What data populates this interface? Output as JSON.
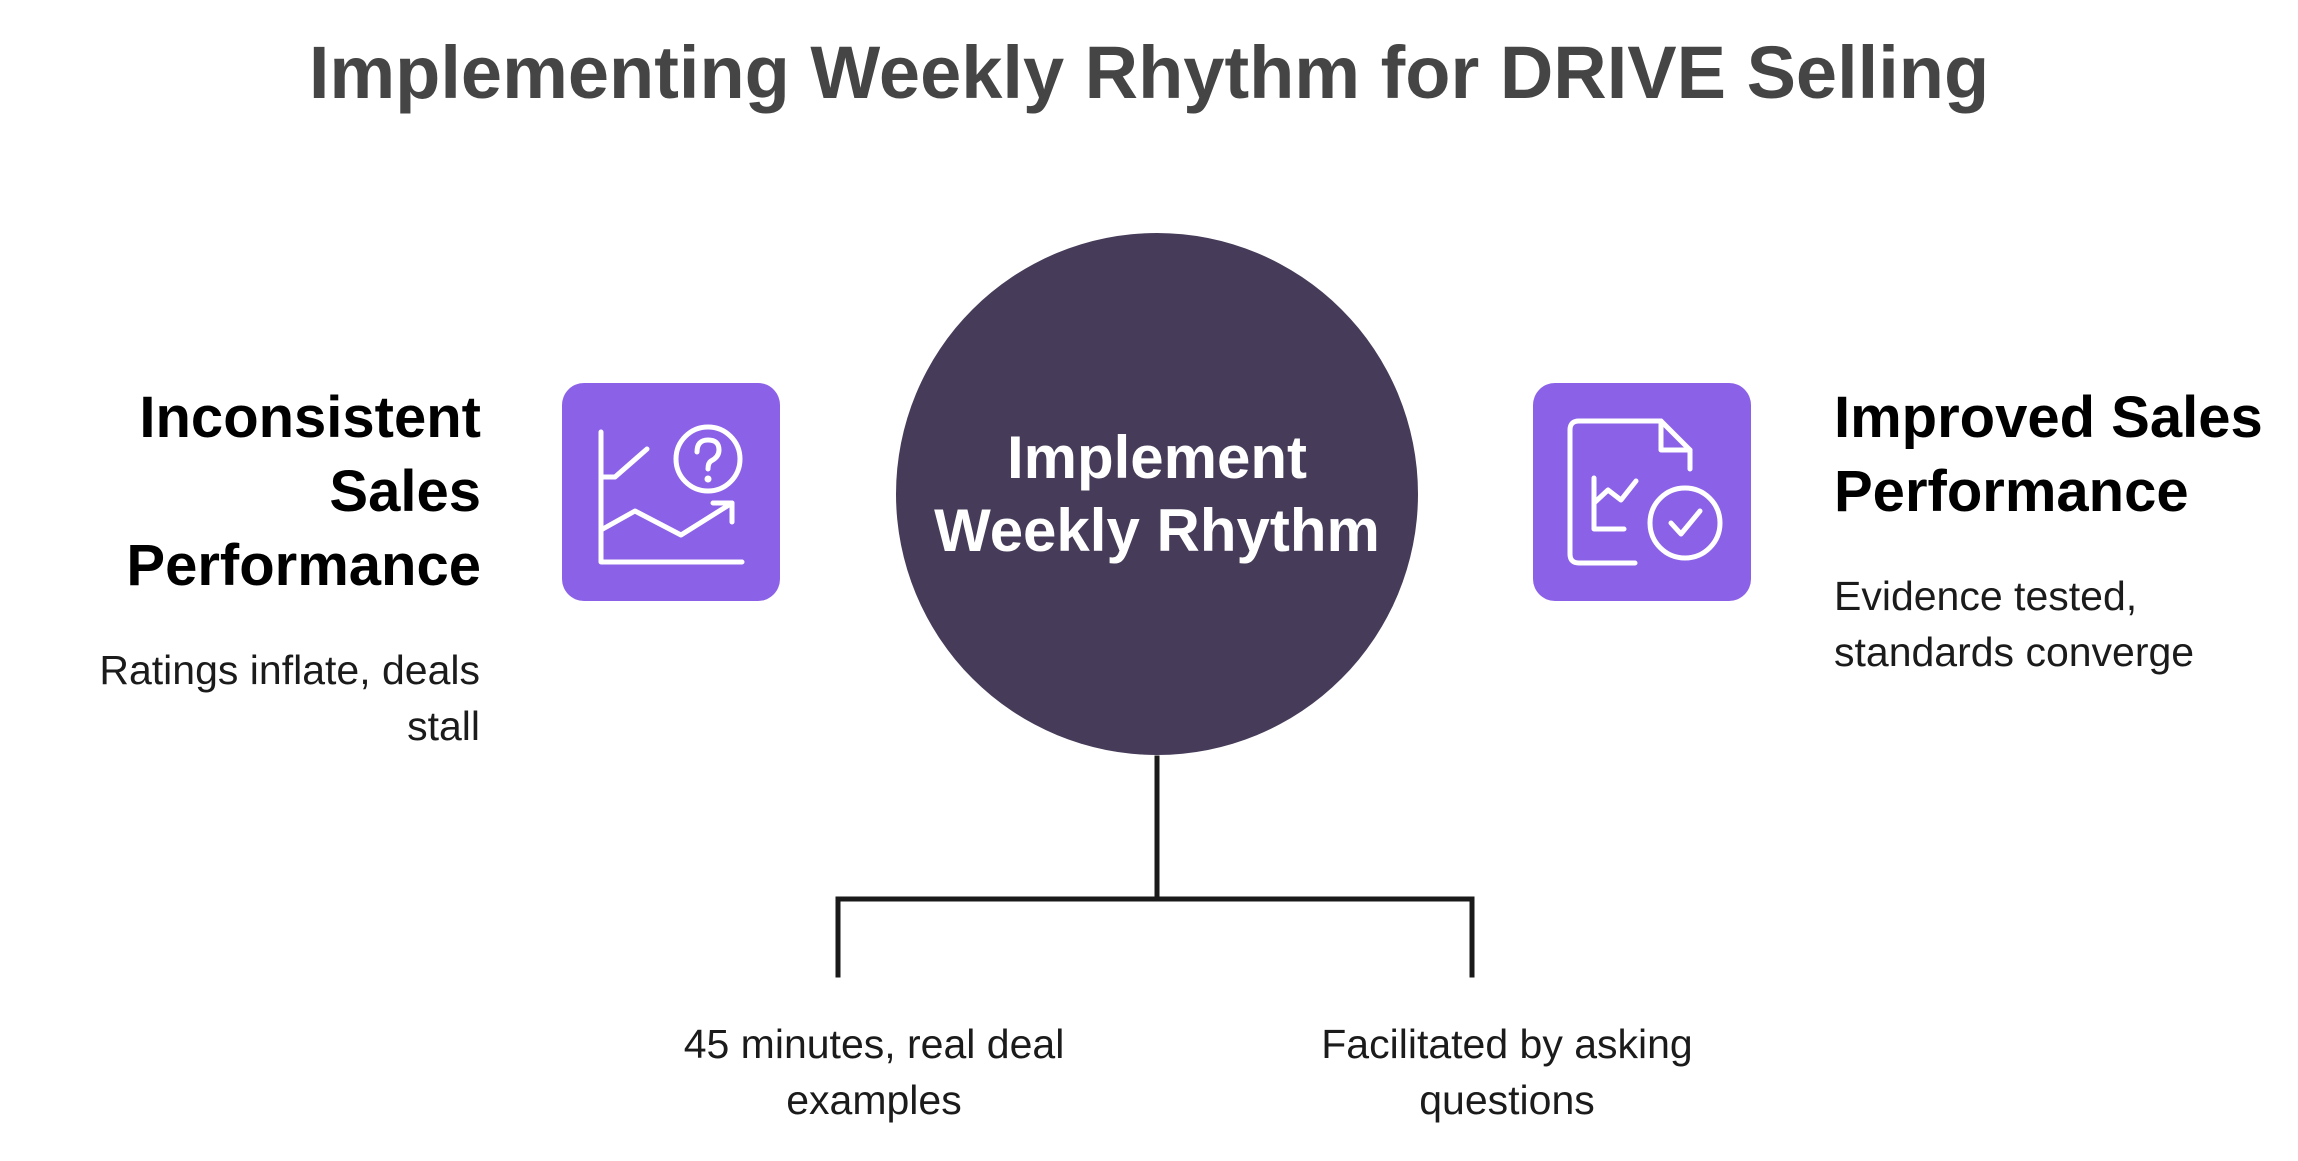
{
  "title": "Implementing Weekly Rhythm for DRIVE Selling",
  "center": {
    "lines": [
      "Implement",
      "Weekly Rhythm"
    ]
  },
  "left": {
    "heading_lines": [
      "Inconsistent",
      "Sales",
      "Performance"
    ],
    "description_lines": [
      "Ratings inflate, deals",
      "stall"
    ],
    "icon": "chart-question-icon"
  },
  "right": {
    "heading_lines": [
      "Improved Sales",
      "Performance"
    ],
    "description_lines": [
      "Evidence tested,",
      "standards converge"
    ],
    "icon": "report-check-icon"
  },
  "branches": [
    {
      "lines": [
        "45 minutes, real deal",
        "examples"
      ]
    },
    {
      "lines": [
        "Facilitated by asking",
        "questions"
      ]
    }
  ],
  "colors": {
    "title": "#454545",
    "circle": "#463c59",
    "icon_tile": "#8b61e8",
    "connector": "#1a1a1a"
  }
}
